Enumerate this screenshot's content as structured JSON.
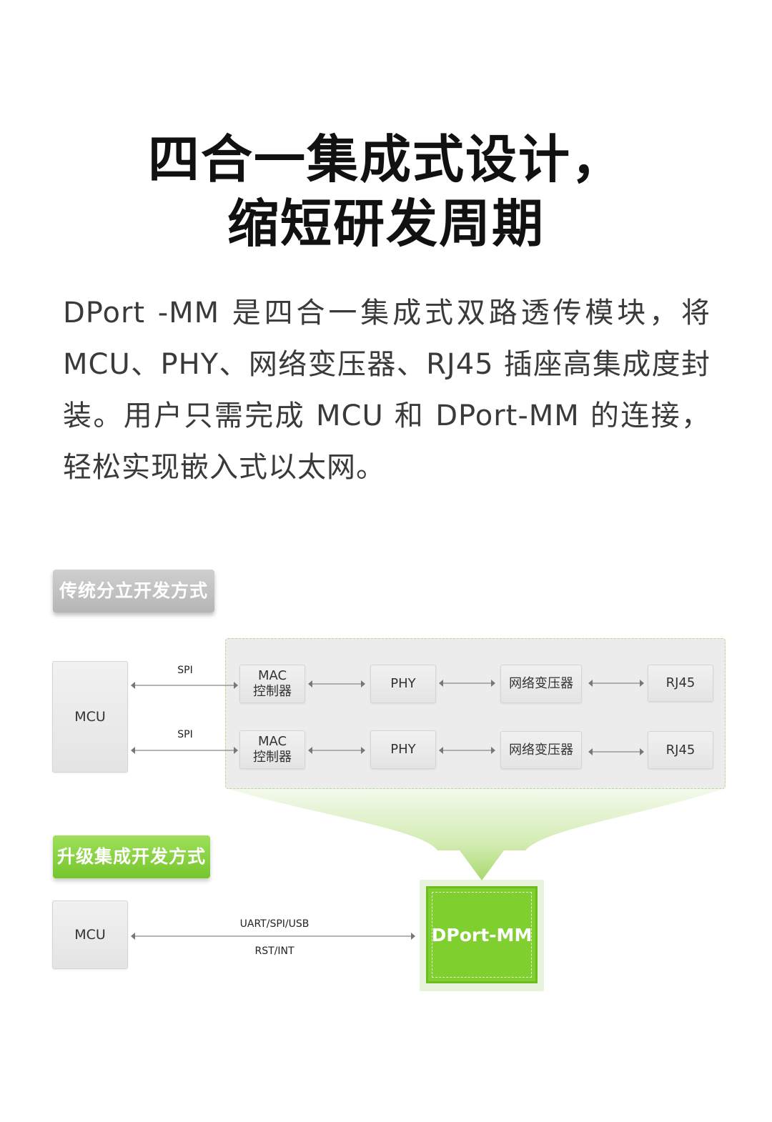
{
  "title": {
    "line1": "四合一集成式设计，",
    "line2": "缩短研发周期"
  },
  "description": "DPort -MM 是四合一集成式双路透传模块，将MCU、PHY、网络变压器、RJ45 插座高集成度封装。用户只需完成 MCU 和 DPort-MM 的连接，轻松实现嵌入式以太网。",
  "traditional": {
    "tag": "传统分立开发方式",
    "mcu": "MCU",
    "link_label_1": "SPI",
    "link_label_2": "SPI",
    "rows": [
      {
        "mac_line1": "MAC",
        "mac_line2": "控制器",
        "phy": "PHY",
        "transformer": "网络变压器",
        "rj45": "RJ45"
      },
      {
        "mac_line1": "MAC",
        "mac_line2": "控制器",
        "phy": "PHY",
        "transformer": "网络变压器",
        "rj45": "RJ45"
      }
    ]
  },
  "integrated": {
    "tag": "升级集成开发方式",
    "mcu": "MCU",
    "link_label_top": "UART/SPI/USB",
    "link_label_bottom": "RST/INT",
    "module": "DPort-MM"
  },
  "colors": {
    "accent_green": "#7fcf2f",
    "tag_gray": "#bdbdbd",
    "panel_border": "#b3dc86"
  }
}
